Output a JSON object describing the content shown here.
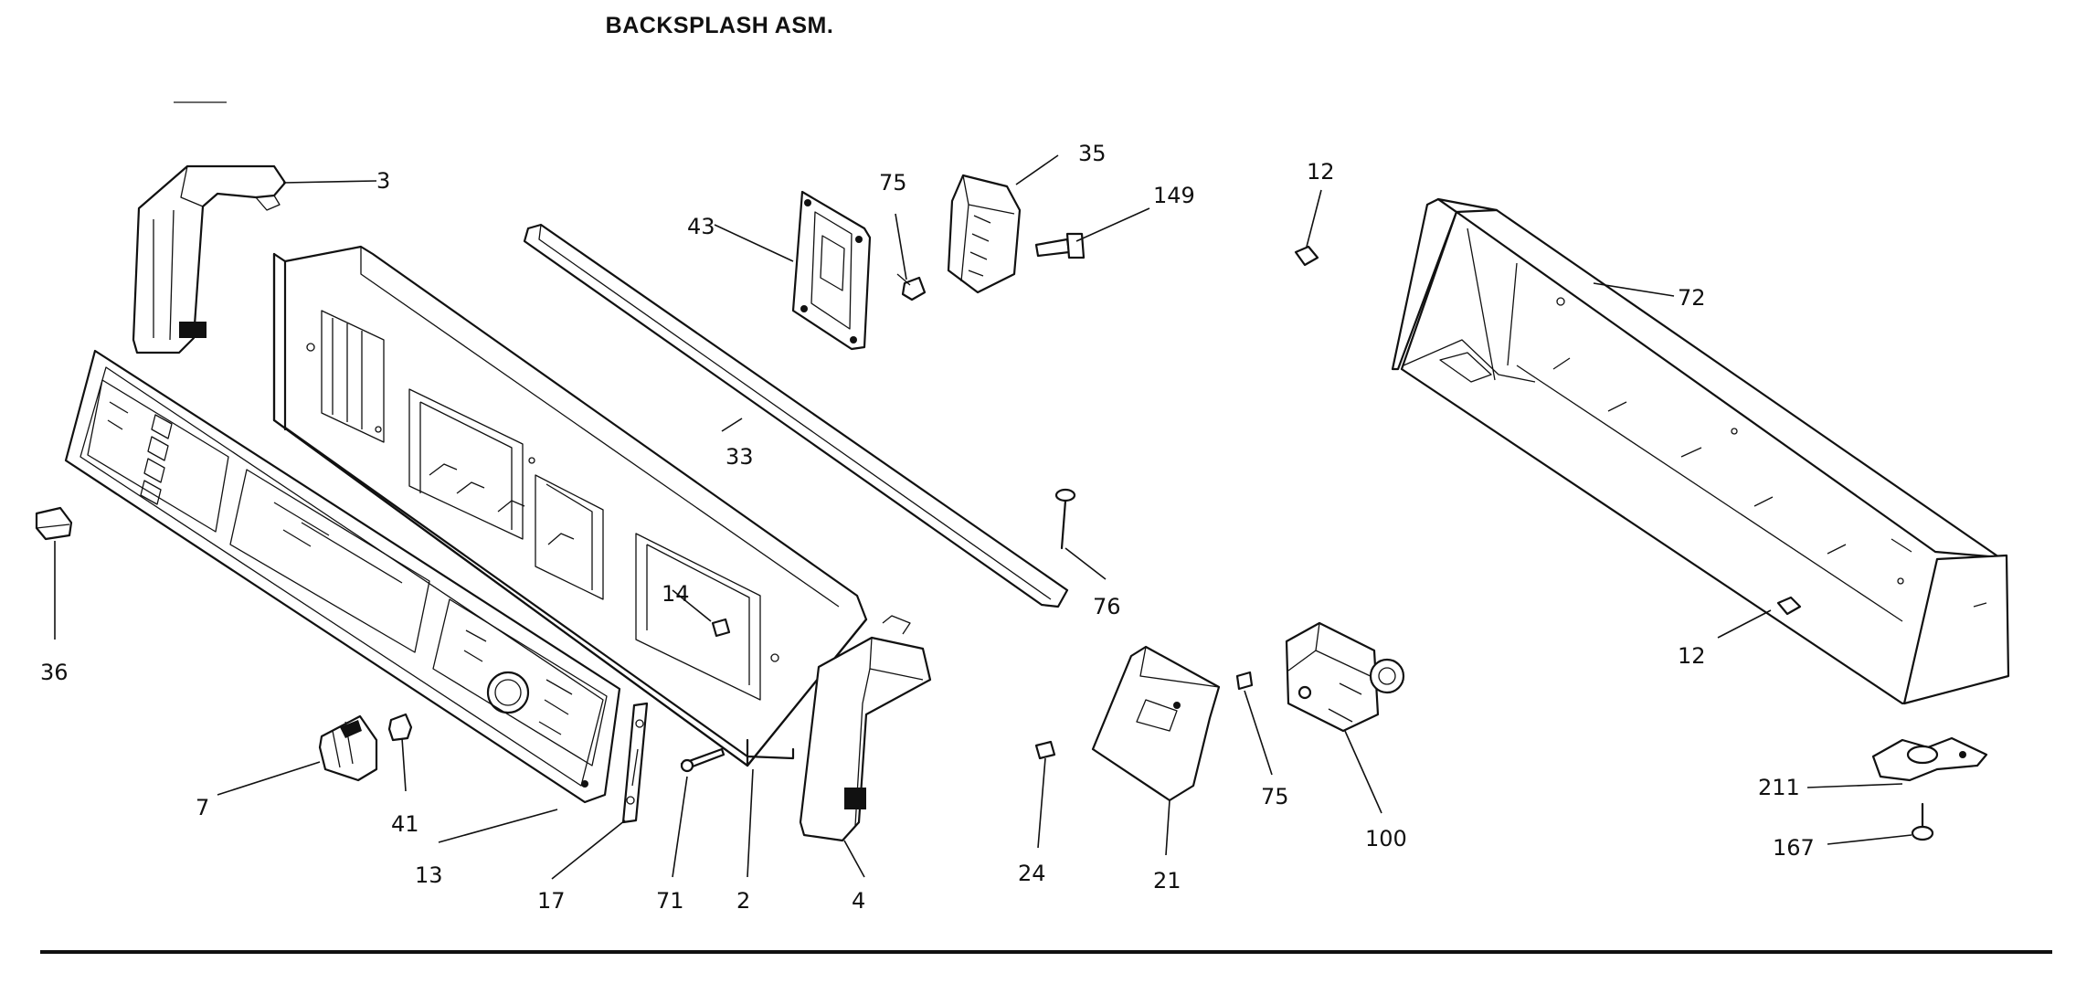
{
  "title": "BACKSPLASH ASM.",
  "callouts": {
    "c3": "3",
    "c43": "43",
    "c75a": "75",
    "c35": "35",
    "c149": "149",
    "c12a": "12",
    "c72": "72",
    "c33": "33",
    "c36": "36",
    "c14": "14",
    "c76": "76",
    "c12b": "12",
    "c7": "7",
    "c41": "41",
    "c13": "13",
    "c17": "17",
    "c71": "71",
    "c2": "2",
    "c4": "4",
    "c24": "24",
    "c21": "21",
    "c75b": "75",
    "c100": "100",
    "c211": "211",
    "c167": "167"
  }
}
